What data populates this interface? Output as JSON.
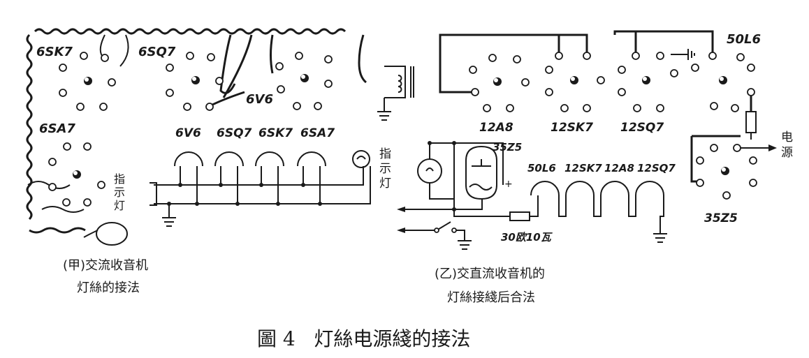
{
  "figure": {
    "caption": "圖 4   灯絲电源綫的接法"
  },
  "panel_a": {
    "caption_line1": "(甲)交流收音机",
    "caption_line2": "灯絲的接法",
    "tube_labels": [
      "6SK7",
      "6SQ7",
      "6V6",
      "6SA7"
    ],
    "schematic_tubes": [
      "6V6",
      "6SQ7",
      "6SK7",
      "6SA7"
    ],
    "pilot_lamp_label": "指示灯",
    "pilot_lamp_label_left": "指示灯"
  },
  "panel_b": {
    "caption_line1": "(乙)交直流收音机的",
    "caption_line2": "灯絲接綫后合法",
    "socket_labels": [
      "12A8",
      "12SK7",
      "12SQ7",
      "50L6",
      "35Z5"
    ],
    "rectifier_label": "35Z5",
    "schematic_tubes": [
      "50L6",
      "12SK7",
      "12A8",
      "12SQ7"
    ],
    "resistor_label": "30欧10瓦",
    "power_label": "电源",
    "plus_sign": "+"
  }
}
